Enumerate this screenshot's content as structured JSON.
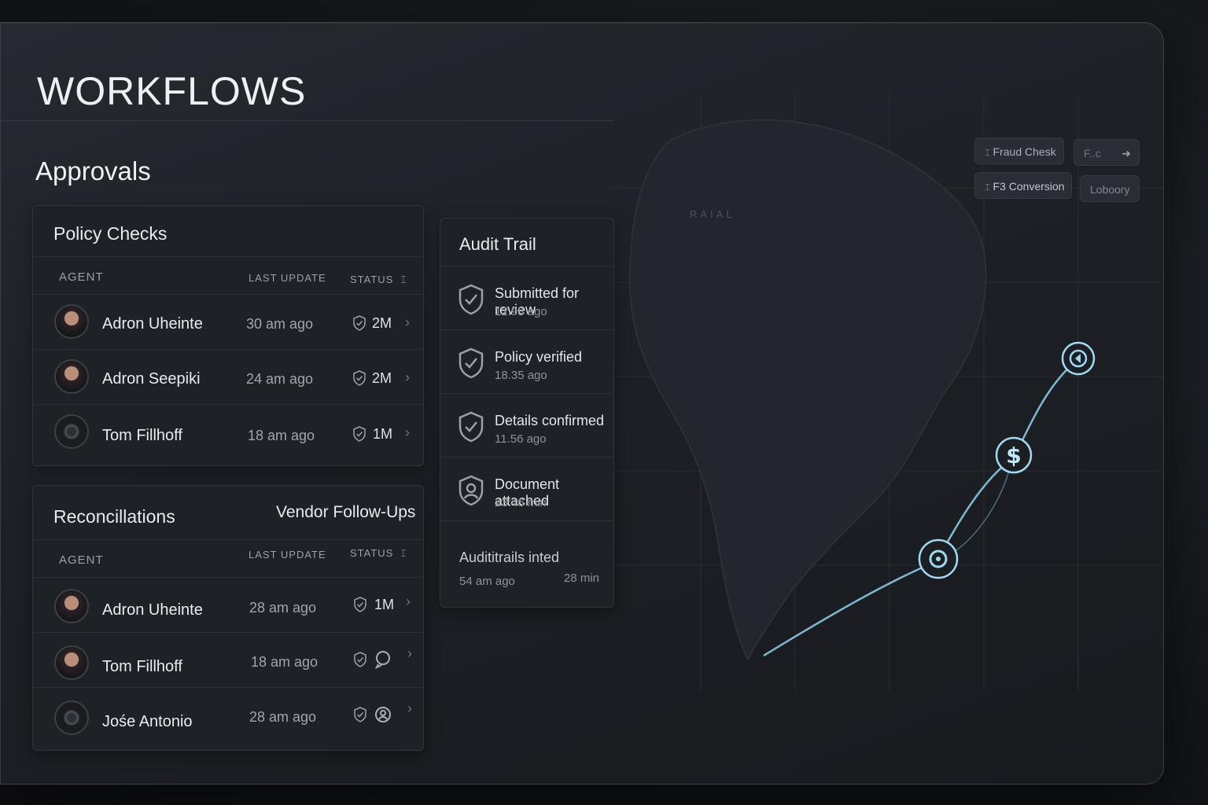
{
  "app": {
    "title": "WORKFLOWS"
  },
  "section": {
    "title": "Approvals"
  },
  "policy_checks": {
    "title": "Policy Checks",
    "columns": {
      "agent": "AGENT",
      "last_update": "LAST UPDATE",
      "status": "STATUS"
    },
    "rows": [
      {
        "name": "Adron Uheinte",
        "last_update": "30 am ago",
        "status": "2M"
      },
      {
        "name": "Adron Seepiki",
        "last_update": "24 am ago",
        "status": "2M"
      },
      {
        "name": "Tom Fillhoff",
        "last_update": "18 am ago",
        "status": "1M"
      }
    ]
  },
  "reconciliations": {
    "title": "Reconcillations",
    "secondary_title": "Vendor Follow-Ups",
    "columns": {
      "agent": "AGENT",
      "last_update": "LAST UPDATE",
      "status": "STATUS"
    },
    "rows": [
      {
        "name": "Adron Uheinte",
        "last_update": "28 am ago",
        "status": "1M"
      },
      {
        "name": "Tom Fillhoff",
        "last_update": "18 am ago",
        "status": ""
      },
      {
        "name": "Jośe Antonio",
        "last_update": "28 am ago",
        "status": ""
      }
    ]
  },
  "audit_trail": {
    "title": "Audit Trail",
    "items": [
      {
        "title": "Submitted for review",
        "time": "12.98 ago",
        "icon": "shield-check-icon"
      },
      {
        "title": "Policy verified",
        "time": "18.35 ago",
        "icon": "shield-check-icon"
      },
      {
        "title": "Details confirmed",
        "time": "11.56 ago",
        "icon": "shield-check-icon"
      },
      {
        "title": "Document attached",
        "time": "23:46 min",
        "icon": "user-shield-icon"
      }
    ],
    "footer": {
      "title": "Audititrails inted",
      "time_left": "54 am ago",
      "time_right": "28 min"
    }
  },
  "map": {
    "label": "RAIAL",
    "chips": [
      {
        "label": "Fraud Chesk",
        "icon": "filter-icon"
      },
      {
        "label": "F..c",
        "icon": "arrow-right-icon"
      },
      {
        "label": "F3 Conversion",
        "icon": "filter-icon"
      },
      {
        "label": "Loboory",
        "icon": ""
      }
    ],
    "nodes": [
      "at-sign-node-icon",
      "dollar-node-icon",
      "arrow-node-icon"
    ],
    "route_color": "#8fd3f0"
  },
  "colors": {
    "accent": "#8fd3f0",
    "background": "#1d2025",
    "card": "#1e2126"
  }
}
